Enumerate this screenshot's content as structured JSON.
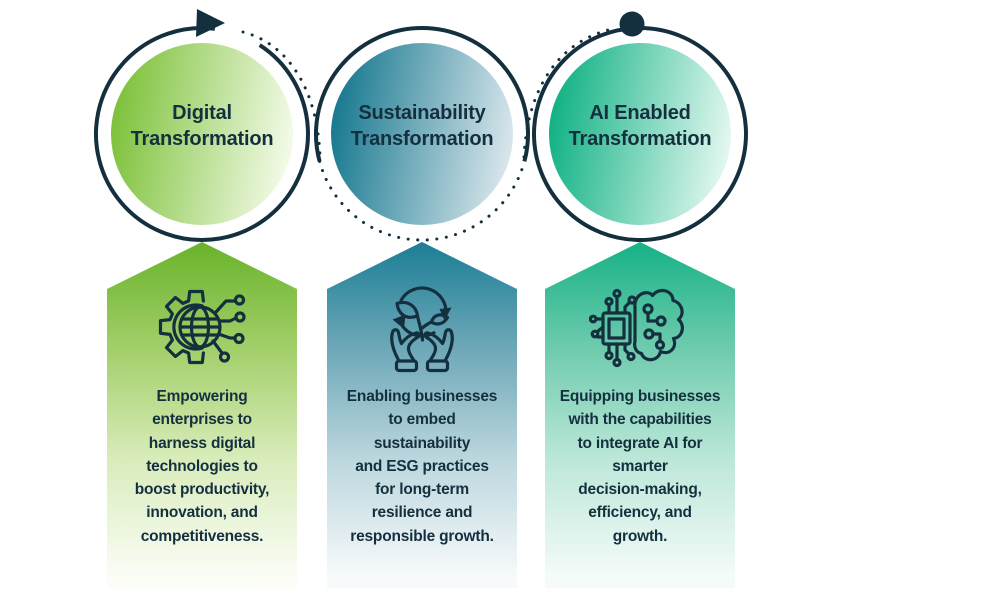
{
  "palette": {
    "navy": "#14303f",
    "background": "#ffffff"
  },
  "flow": {
    "style": "dotted-cycle",
    "start_marker": "arrow",
    "end_marker": "dot"
  },
  "columns": [
    {
      "id": "digital-transformation",
      "title": "Digital\nTransformation",
      "description": "Empowering\nenterprises to\nharness digital\ntechnologies to\nboost productivity,\ninnovation, and\ncompetitiveness.",
      "icon": "gear-globe-circuit-icon",
      "circle_gradient": [
        "#7cc139",
        "#f2fae6"
      ],
      "banner_gradient": [
        "#68b32b",
        "#a3cf6a",
        "#d9ecbb",
        "#fbfdf7"
      ]
    },
    {
      "id": "sustainability-transformation",
      "title": "Sustainability\nTransformation",
      "description": "Enabling businesses\nto embed\nsustainability\nand ESG practices\nfor long-term\nresilience and\nresponsible growth.",
      "icon": "hands-plant-recycle-icon",
      "circle_gradient": [
        "#16788f",
        "#d7e5eb"
      ],
      "banner_gradient": [
        "#1b7e95",
        "#6ea8b8",
        "#bcd7de",
        "#f7fafb"
      ]
    },
    {
      "id": "ai-enabled-transformation",
      "title": "AI Enabled\nTransformation",
      "description": "Equipping businesses\nwith the capabilities\nto integrate AI for\nsmarter\ndecision-making,\nefficiency, and\ngrowth.",
      "icon": "circuit-brain-icon",
      "circle_gradient": [
        "#0fb183",
        "#e1f7ef"
      ],
      "banner_gradient": [
        "#16b286",
        "#6fcbae",
        "#bce7d8",
        "#f5fbf9"
      ]
    }
  ]
}
